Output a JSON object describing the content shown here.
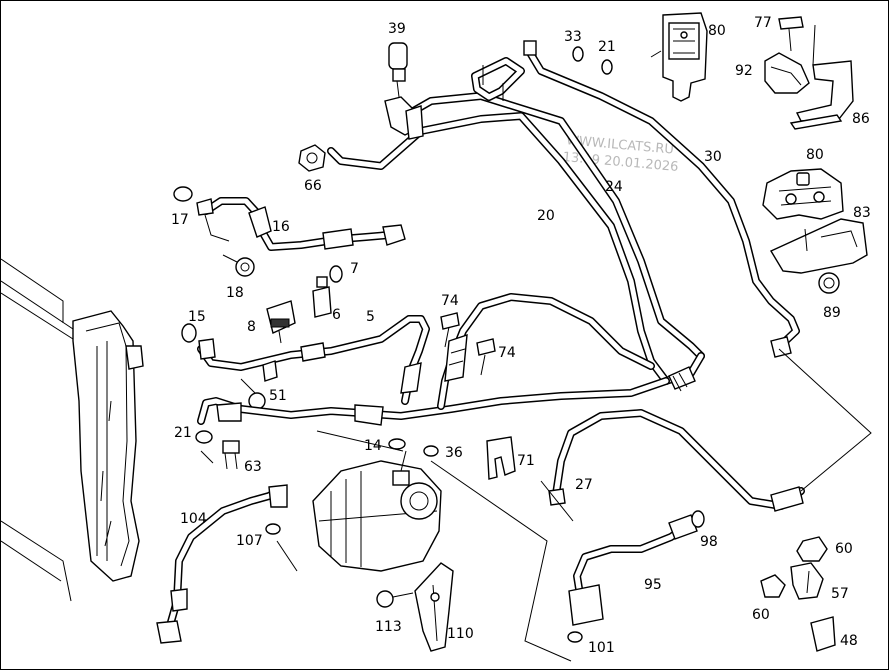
{
  "watermark": {
    "site": "WWW.ILCATS.RU",
    "timestamp": "13:19 20.01.2026"
  },
  "callouts": {
    "c39": "39",
    "c33": "33",
    "c21a": "21",
    "c80a": "80",
    "c77": "77",
    "c92": "92",
    "c86": "86",
    "c66": "66",
    "c30": "30",
    "c24": "24",
    "c80b": "80",
    "c17": "17",
    "c16": "16",
    "c20": "20",
    "c83": "83",
    "c7": "7",
    "c18": "18",
    "c89": "89",
    "c15": "15",
    "c8": "8",
    "c6": "6",
    "c5": "5",
    "c74a": "74",
    "c74b": "74",
    "c51": "51",
    "c21b": "21",
    "c14": "14",
    "c36": "36",
    "c71": "71",
    "c63": "63",
    "c27": "27",
    "c104": "104",
    "c107": "107",
    "c98": "98",
    "c60a": "60",
    "c95": "95",
    "c57": "57",
    "c60b": "60",
    "c113": "113",
    "c110": "110",
    "c101": "101",
    "c48": "48"
  }
}
